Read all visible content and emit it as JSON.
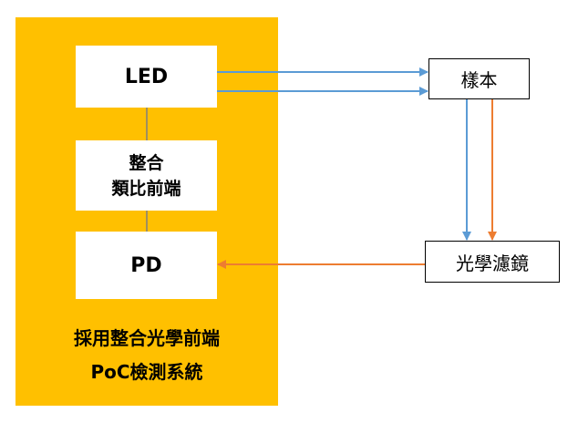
{
  "system": {
    "caption_line1": "採用整合光學前端",
    "caption_line2": "PoC檢測系統"
  },
  "blocks": {
    "led": "LED",
    "afe_line1": "整合",
    "afe_line2": "類比前端",
    "pd": "PD",
    "sample": "樣本",
    "filter": "光學濾鏡"
  },
  "colors": {
    "panel": "#FFC000",
    "excitation_light": "#5B9BD5",
    "emission_light": "#ED7D31",
    "connector": "#7F7F7F"
  }
}
